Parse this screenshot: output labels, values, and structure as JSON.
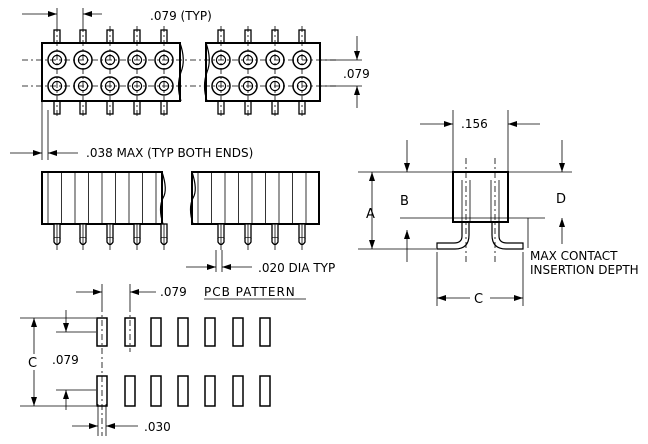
{
  "top_view": {
    "pitch_label": ".079 (TYP)",
    "row_spacing_label": ".079",
    "overhang_label": ".038 MAX (TYP BOTH ENDS)"
  },
  "side_view": {
    "pin_dia_label": ".020 DIA TYP"
  },
  "end_view": {
    "width_label": ".156",
    "dim_a": "A",
    "dim_b": "B",
    "dim_c": "C",
    "dim_d": "D",
    "note_line1": "MAX CONTACT",
    "note_line2": "INSERTION DEPTH"
  },
  "pcb_pattern": {
    "title": "PCB PATTERN",
    "pitch_label": ".079",
    "dim_c": "C",
    "row_spacing_label": ".079",
    "pad_width_label": ".030"
  }
}
